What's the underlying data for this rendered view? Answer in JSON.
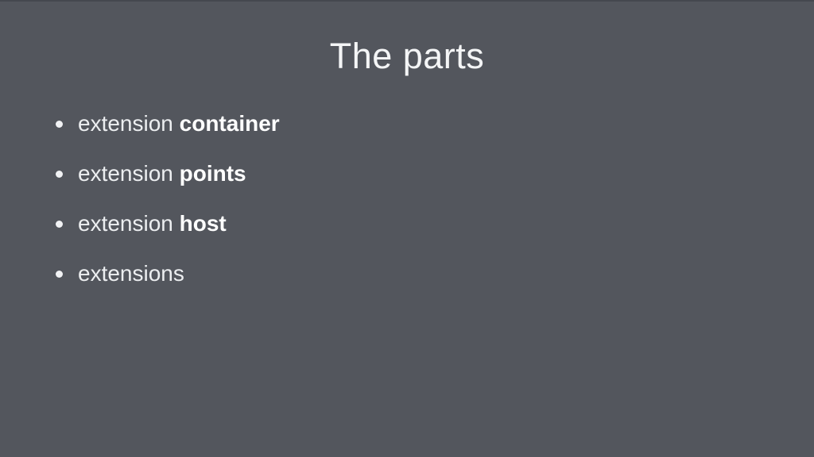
{
  "slide": {
    "title": "The parts",
    "bullets": [
      {
        "text": "extension ",
        "emphasis": "container"
      },
      {
        "text": "extension ",
        "emphasis": "points"
      },
      {
        "text": "extension ",
        "emphasis": "host"
      },
      {
        "text": "extensions",
        "emphasis": ""
      }
    ]
  },
  "colors": {
    "background": "#53565d",
    "top_edge": "#45484f",
    "title_text": "#f4f5f6",
    "bullet_text": "#eceef0",
    "emphasis_text": "#ffffff",
    "bullet_dot": "#f1f2f4"
  }
}
